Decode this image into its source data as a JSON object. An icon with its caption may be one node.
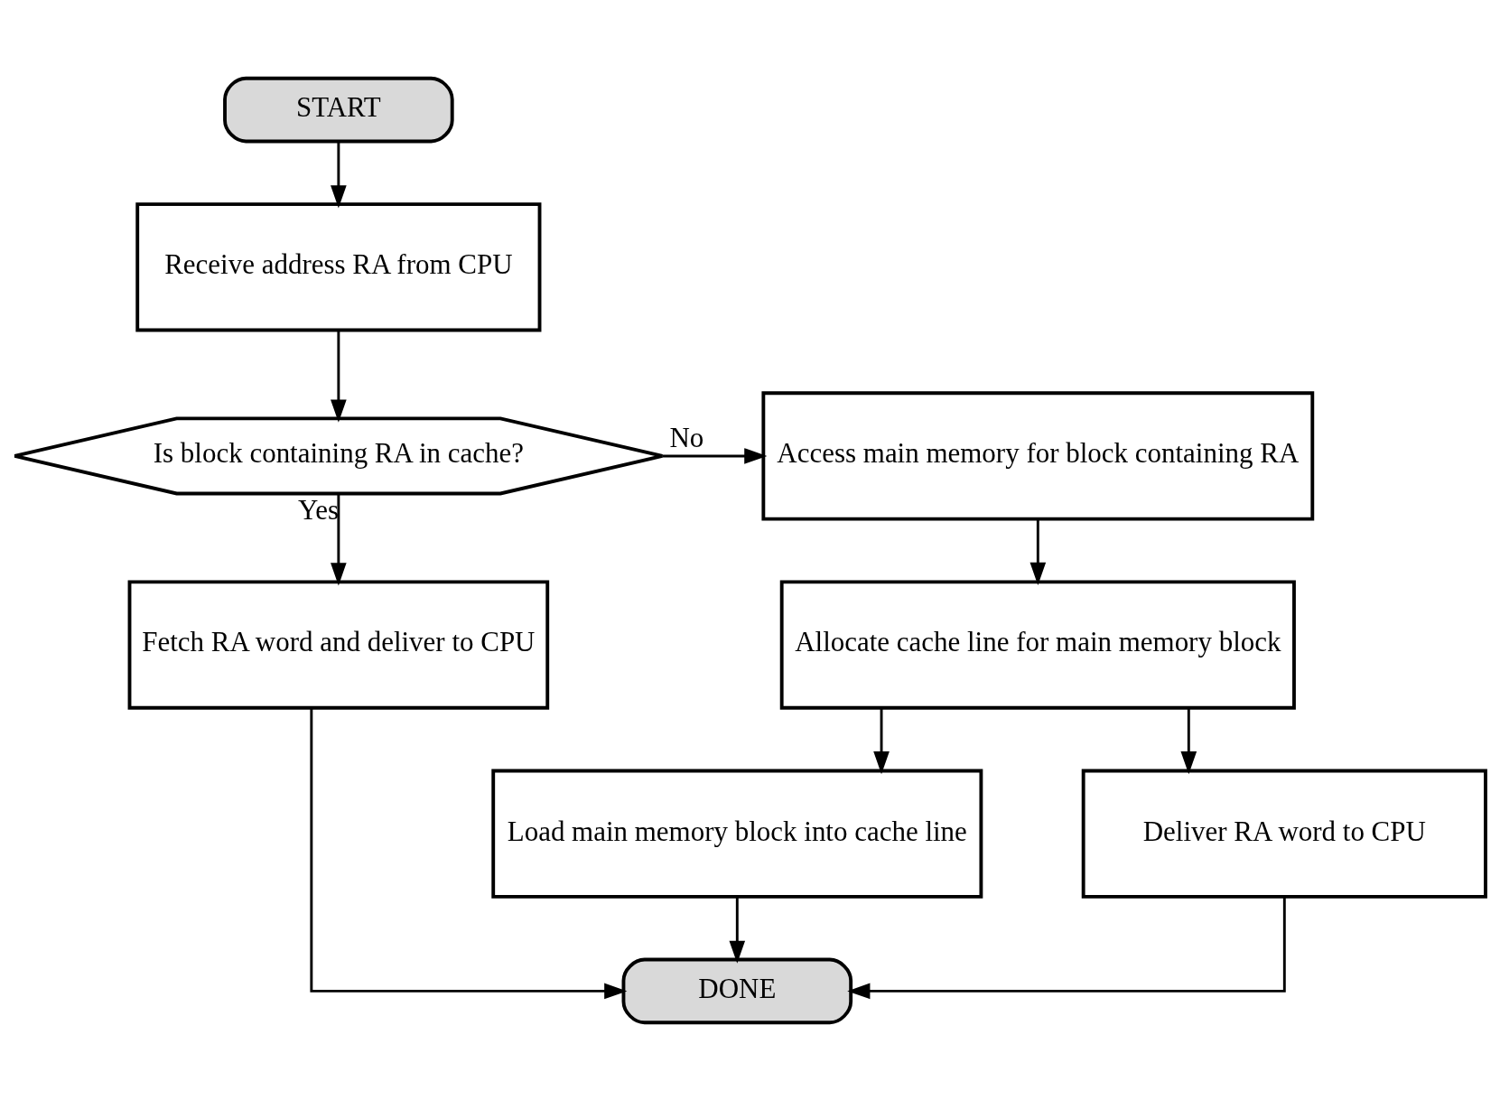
{
  "diagram": {
    "nodes": [
      {
        "text": [
          "START"
        ]
      },
      {
        "text": [
          "Receive address RA from CPU"
        ]
      },
      {
        "text": [
          "Is block containing RA in cache?"
        ]
      },
      {
        "text": [
          "Fetch RA word and deliver to CPU"
        ]
      },
      {
        "text": [
          "Access main memory for block containing RA"
        ]
      },
      {
        "text": [
          "Allocate cache line for main memory block"
        ]
      },
      {
        "text": [
          "Load main memory block into cache line"
        ]
      },
      {
        "text": [
          "Deliver RA word to CPU"
        ]
      },
      {
        "text": [
          "DONE"
        ]
      }
    ],
    "edges": [
      {
        "from": 0,
        "to": 1,
        "arrow": "to"
      },
      {
        "from": 1,
        "to": 2,
        "arrow": "to"
      },
      {
        "from": 2,
        "to": 4,
        "label": "No",
        "arrow": "to"
      },
      {
        "from": 2,
        "to": 3,
        "label": "Yes",
        "arrow": "to"
      },
      {
        "from": 3,
        "to": 8,
        "arrow": "to"
      },
      {
        "from": 4,
        "to": 5,
        "arrow": "to"
      },
      {
        "from": 5,
        "to": 6,
        "arrow": "to"
      },
      {
        "from": 5,
        "to": 7,
        "arrow": "to"
      },
      {
        "from": 6,
        "to": 8,
        "arrow": "to"
      },
      {
        "from": 7,
        "to": 8,
        "arrow": "to"
      }
    ]
  }
}
